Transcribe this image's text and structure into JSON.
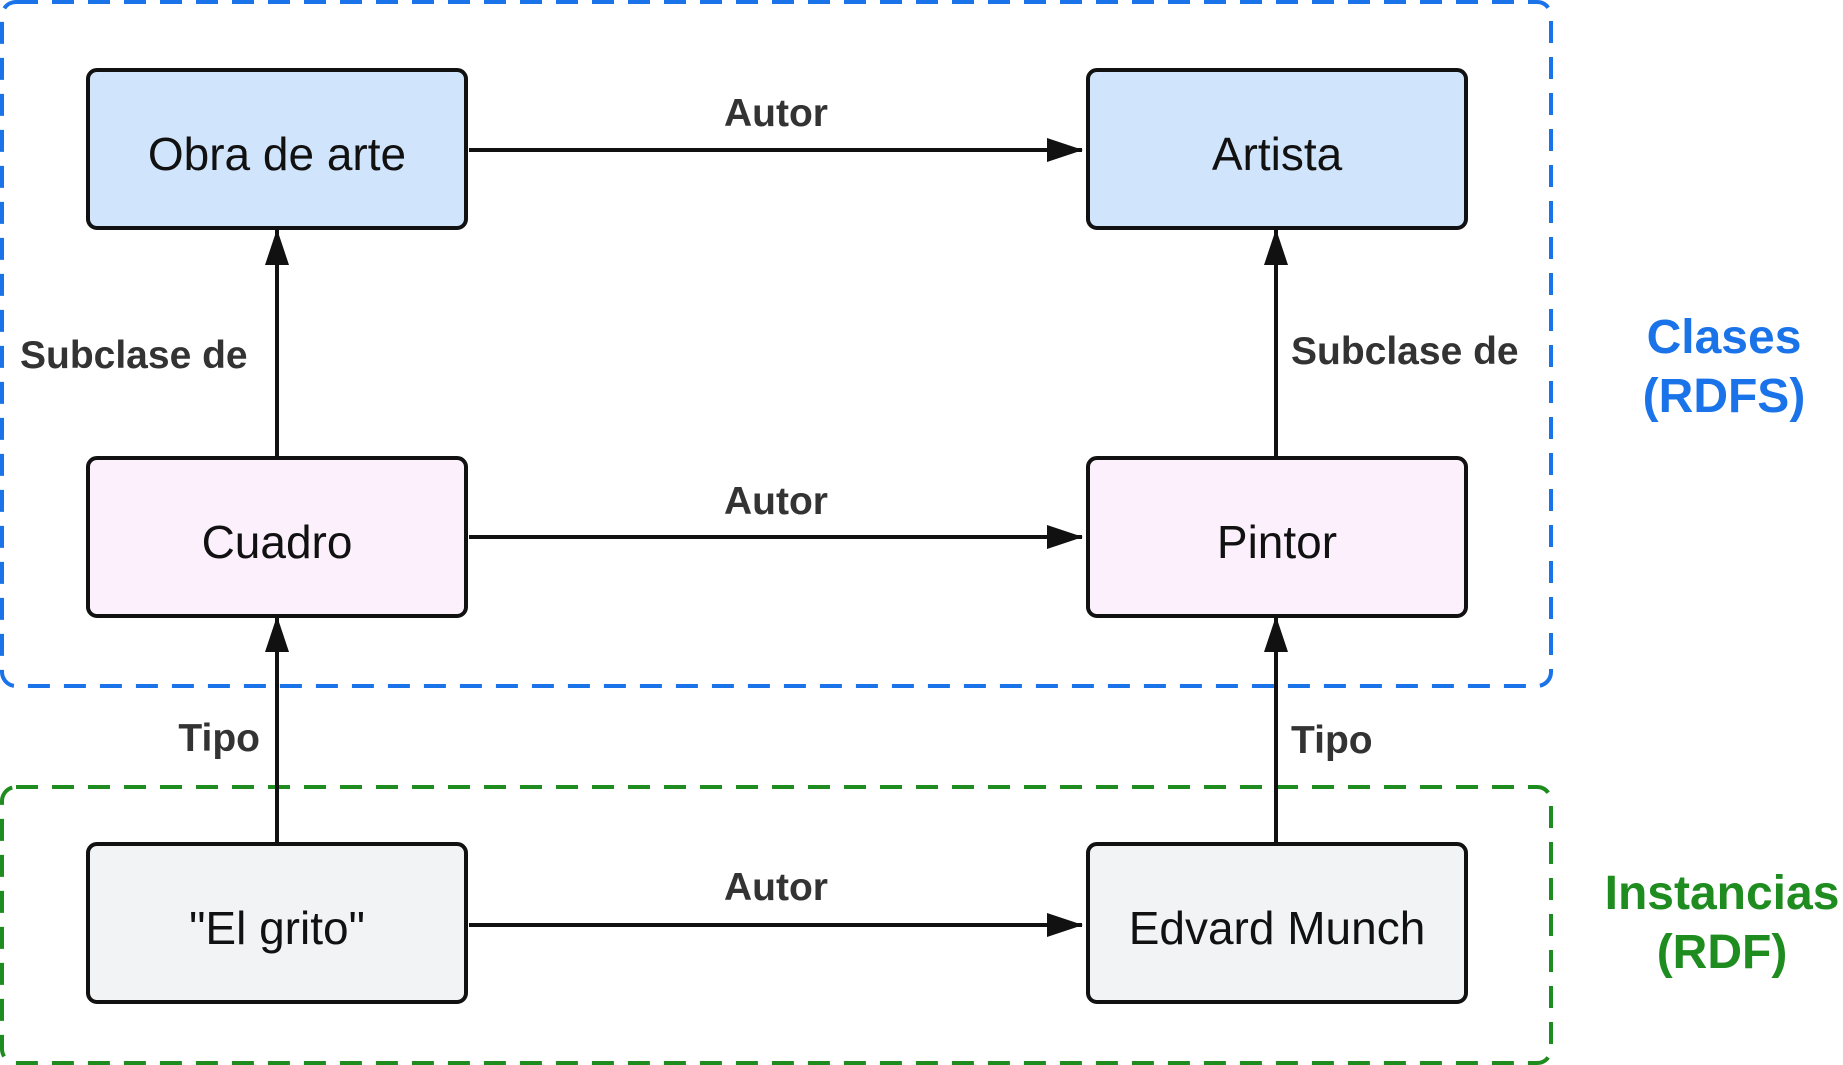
{
  "colors": {
    "classes_border": "#1a73e8",
    "instances_border": "#1e8c1e",
    "class_fill": "#d0e4fb",
    "subclass_fill": "#fcf0fd",
    "instance_fill": "#f2f3f5",
    "line": "#111111",
    "edge_label": "#333333"
  },
  "groups": {
    "classes": {
      "label_line1": "Clases",
      "label_line2": "(RDFS)"
    },
    "instances": {
      "label_line1": "Instancias",
      "label_line2": "(RDF)"
    }
  },
  "nodes": {
    "obra": "Obra de arte",
    "artista": "Artista",
    "cuadro": "Cuadro",
    "pintor": "Pintor",
    "grito": "\"El grito\"",
    "munch": "Edvard Munch"
  },
  "edges": {
    "autor_top": "Autor",
    "autor_mid": "Autor",
    "autor_bottom": "Autor",
    "subclase_left": "Subclase de",
    "subclase_right": "Subclase de",
    "tipo_left": "Tipo",
    "tipo_right": "Tipo"
  }
}
